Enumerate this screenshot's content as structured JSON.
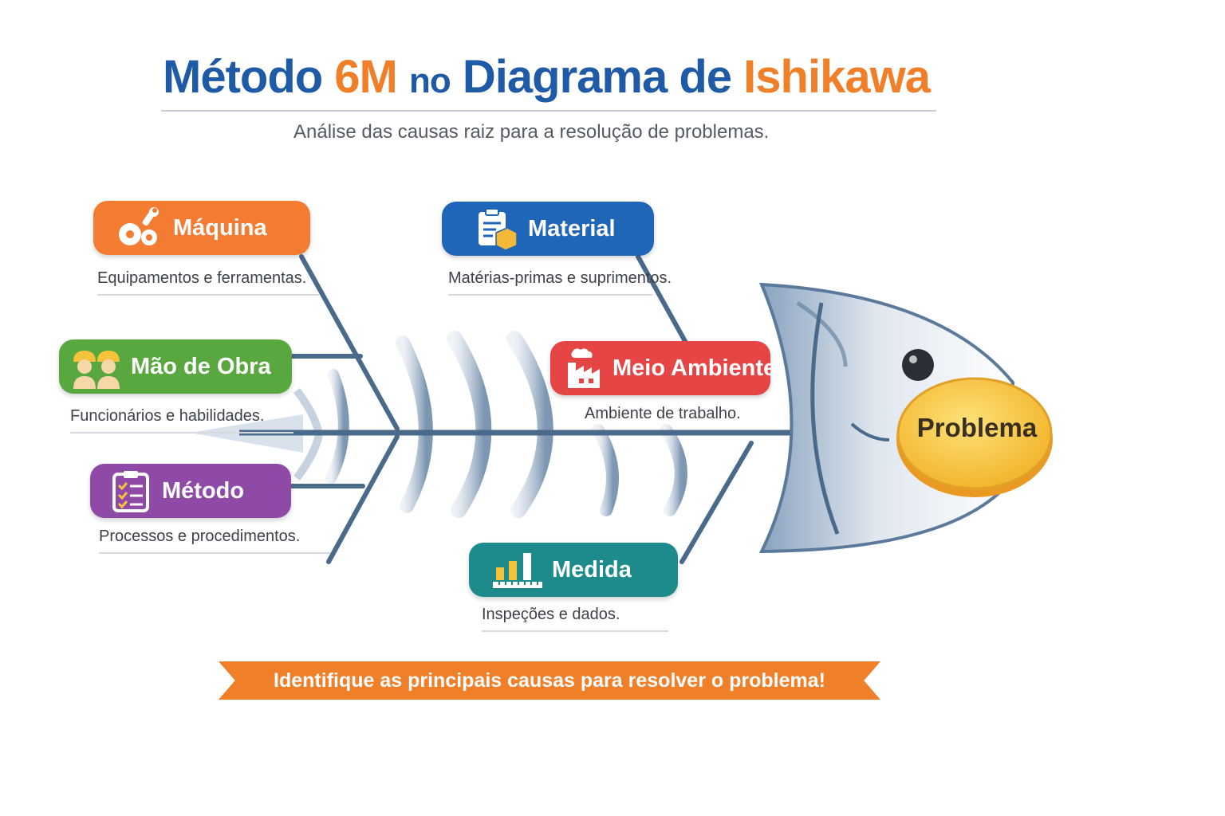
{
  "title": {
    "part1": "Método",
    "part2": "6M",
    "part3": "no",
    "part4": "Diagrama de",
    "part5": "Ishikawa"
  },
  "subtitle": "Análise das causas raiz para a resolução de problemas.",
  "categories": [
    {
      "key": "maquina",
      "label": "Máquina",
      "description": "Equipamentos e ferramentas.",
      "color": "#f47b32",
      "icon": "gears-wrench-icon"
    },
    {
      "key": "material",
      "label": "Material",
      "description": "Matérias-primas e suprimentos.",
      "color": "#2066b8",
      "icon": "clipboard-box-icon"
    },
    {
      "key": "mao-de-obra",
      "label": "Mão de Obra",
      "description": "Funcionários e habilidades.",
      "color": "#59a83f",
      "icon": "workers-icon"
    },
    {
      "key": "meio-ambiente",
      "label": "Meio Ambiente",
      "description": "Ambiente de trabalho.",
      "color": "#e64545",
      "icon": "factory-icon"
    },
    {
      "key": "metodo",
      "label": "Método",
      "description": "Processos e procedimentos.",
      "color": "#8e4aa6",
      "icon": "checklist-icon"
    },
    {
      "key": "medida",
      "label": "Medida",
      "description": "Inspeções e dados.",
      "color": "#1d8b8b",
      "icon": "bar-chart-ruler-icon"
    }
  ],
  "problem": {
    "label": "Problema",
    "color": "#f5c33b"
  },
  "banner": "Identifique as principais causas para resolver o problema!",
  "colors": {
    "title_blue": "#1f5aa6",
    "title_orange": "#f07f2a",
    "spine": "#4a6a8c"
  }
}
